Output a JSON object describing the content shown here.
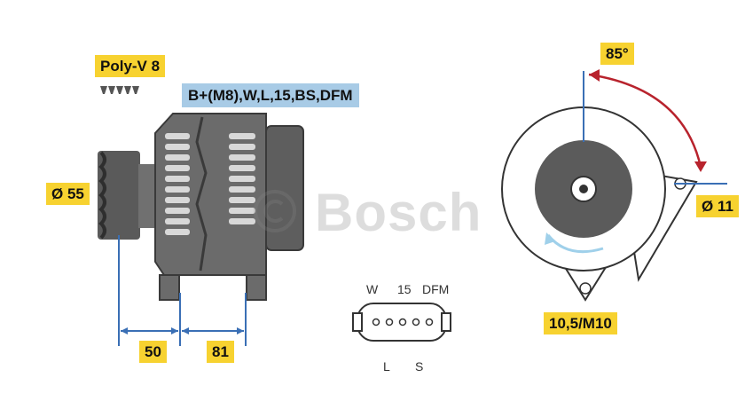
{
  "labels": {
    "belt_type": "Poly-V 8",
    "connection": "B+(M8),W,L,15,BS,DFM",
    "pulley_diameter": "Ø 55",
    "mount_diameter": "Ø 11",
    "dimension_a": "50",
    "dimension_b": "81",
    "angle": "85°",
    "bolt_size": "10,5/M10"
  },
  "connector": {
    "pins_top": [
      "W",
      "15",
      "DFM"
    ],
    "pins_bottom": [
      "L",
      "S"
    ]
  },
  "watermark": "© Bosch",
  "colors": {
    "label_yellow": "#f7d230",
    "label_blue": "#a8cbe6",
    "alternator_gray": "#6b6b6b",
    "arrow_red": "#b8232d",
    "dimension_blue": "#3a6fb5"
  }
}
